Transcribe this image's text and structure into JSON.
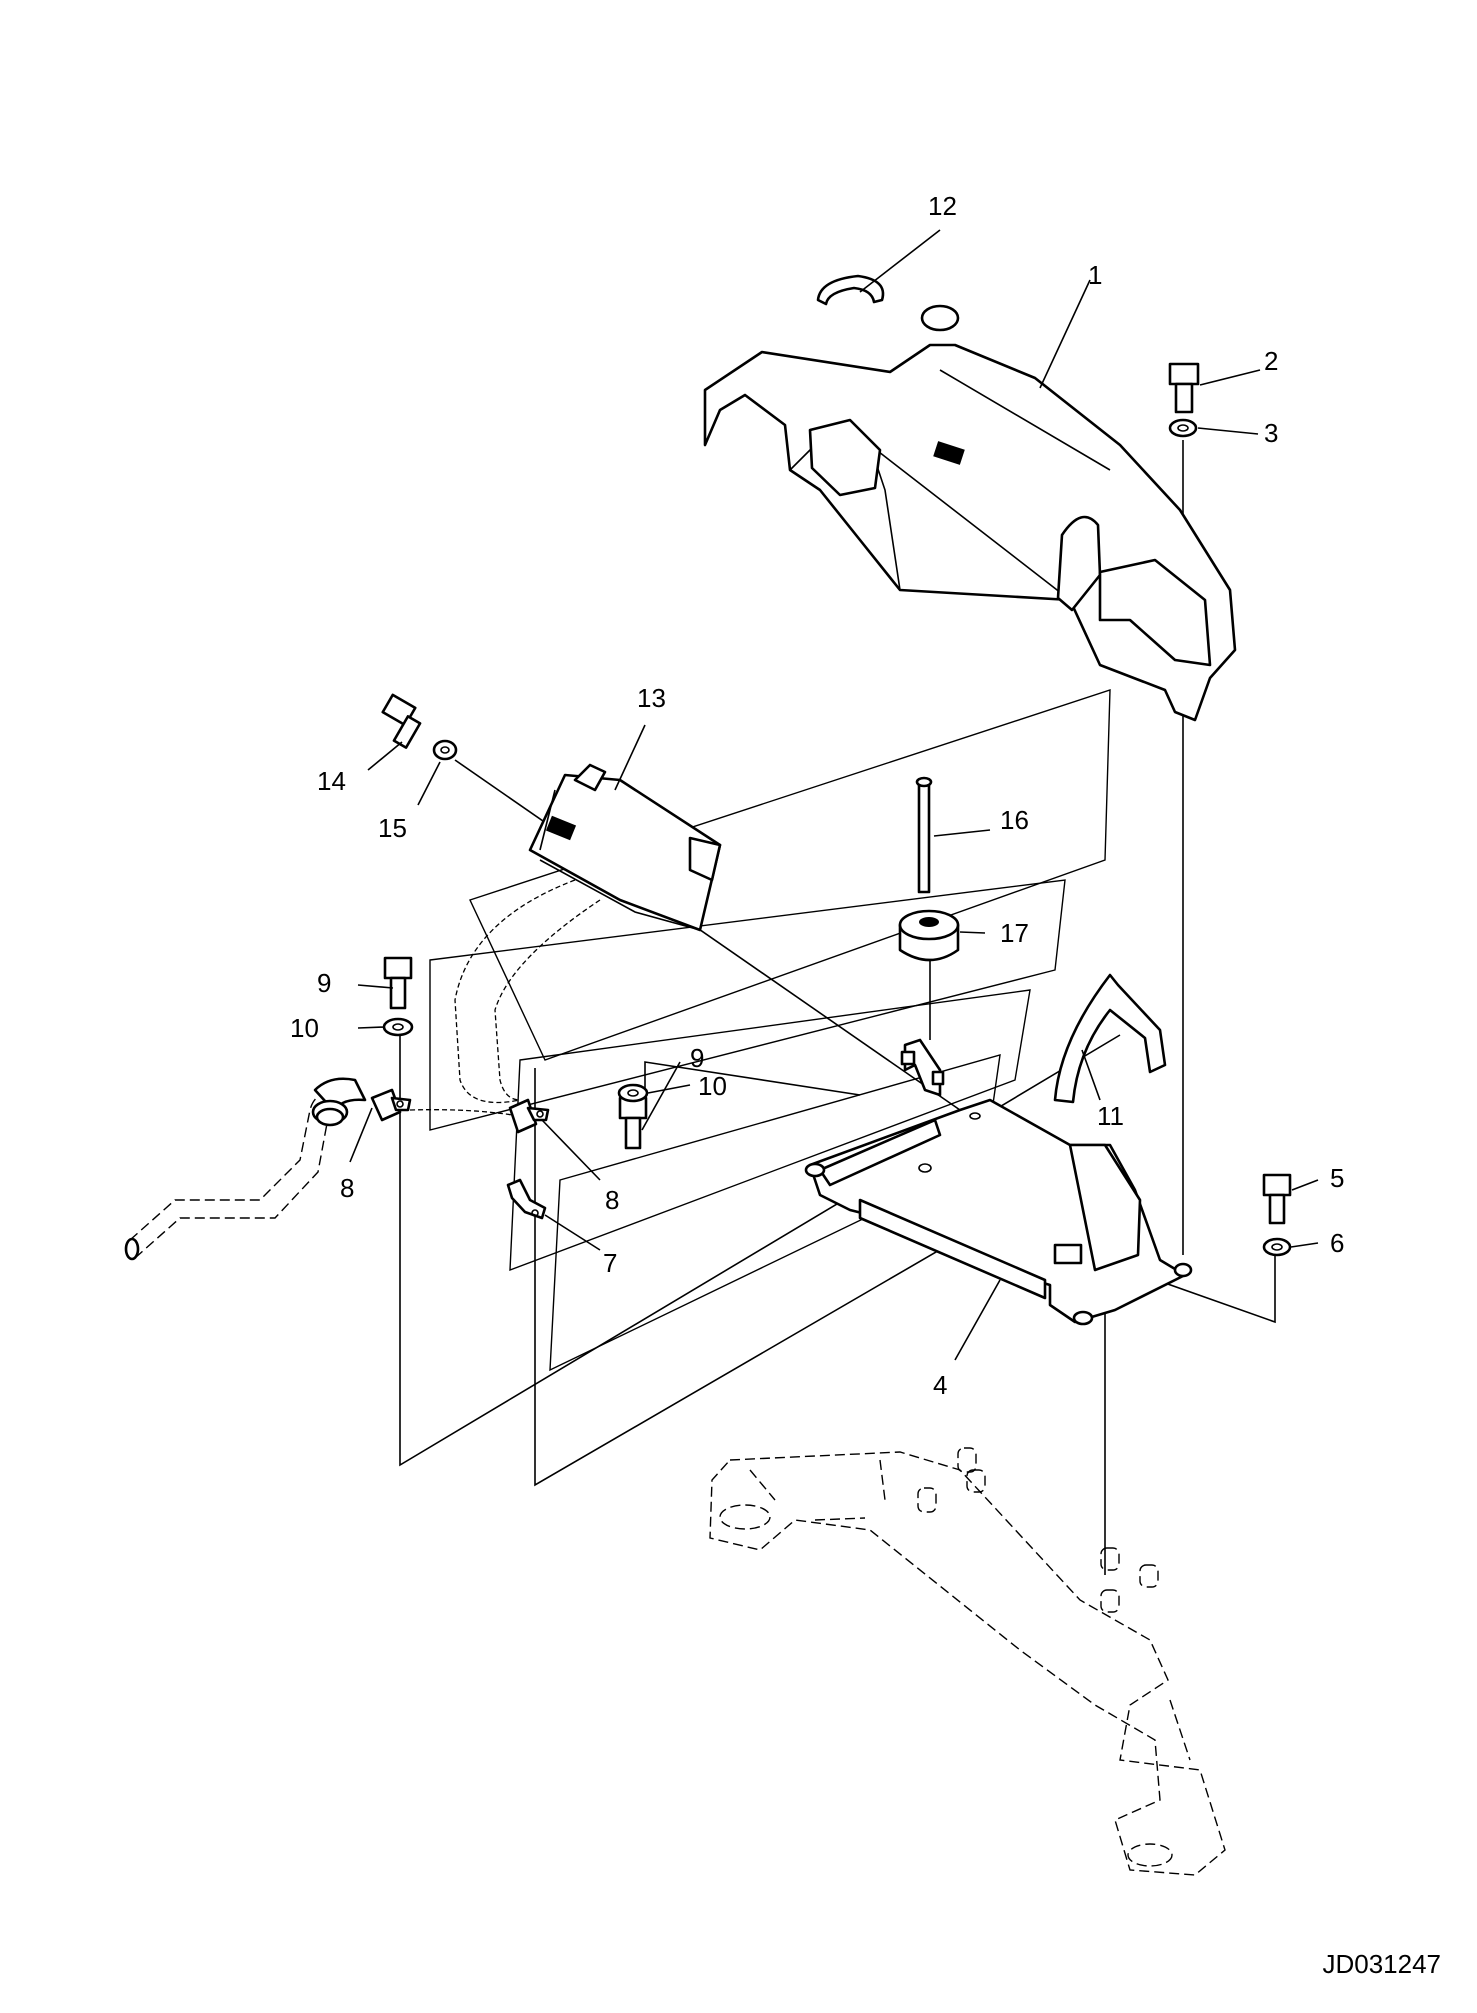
{
  "drawing": {
    "id_code": "JD031247"
  },
  "callouts": [
    {
      "key": "c12",
      "text": "12"
    },
    {
      "key": "c1",
      "text": "1"
    },
    {
      "key": "c2",
      "text": "2"
    },
    {
      "key": "c3",
      "text": "3"
    },
    {
      "key": "c13",
      "text": "13"
    },
    {
      "key": "c14",
      "text": "14"
    },
    {
      "key": "c15",
      "text": "15"
    },
    {
      "key": "c16",
      "text": "16"
    },
    {
      "key": "c17",
      "text": "17"
    },
    {
      "key": "c9a",
      "text": "9"
    },
    {
      "key": "c10a",
      "text": "10"
    },
    {
      "key": "c9b",
      "text": "9"
    },
    {
      "key": "c10b",
      "text": "10"
    },
    {
      "key": "c11",
      "text": "11"
    },
    {
      "key": "c8a",
      "text": "8"
    },
    {
      "key": "c8b",
      "text": "8"
    },
    {
      "key": "c7",
      "text": "7"
    },
    {
      "key": "c5",
      "text": "5"
    },
    {
      "key": "c6",
      "text": "6"
    },
    {
      "key": "c4",
      "text": "4"
    }
  ]
}
